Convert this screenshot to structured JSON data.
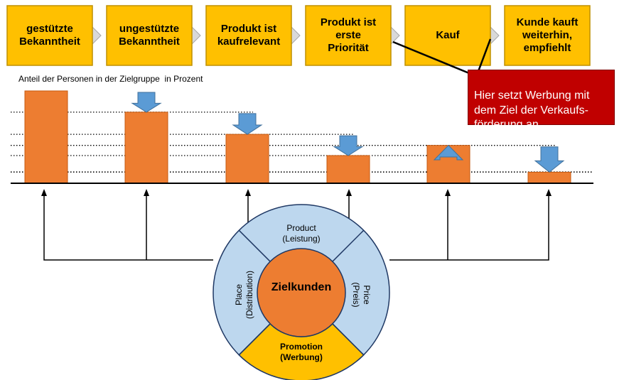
{
  "process_steps": [
    {
      "label": "gestützte\nBekanntheit"
    },
    {
      "label": "ungestützte\nBekanntheit"
    },
    {
      "label": "Produkt ist\nkaufrelevant"
    },
    {
      "label": "Produkt ist\nerste\nPriorität"
    },
    {
      "label": "Kauf"
    },
    {
      "label": "Kunde kauft\nweiterhin,\nempfiehlt"
    }
  ],
  "y_axis_label": "Anteil der Personen in der Zielgruppe  in Prozent",
  "callout": {
    "text": "Hier setzt Werbung mit\ndem Ziel der Verkaufs-\nförderung an."
  },
  "bars": {
    "values": [
      100,
      77,
      53,
      30,
      41,
      12
    ],
    "drop_arrows": [
      false,
      true,
      true,
      true,
      true,
      true
    ]
  },
  "marketing_mix": {
    "center": "Zielkunden",
    "product": "Product\n(Leistung)",
    "price": "Price\n(Preis)",
    "place": "Place\n(Distribution)",
    "promotion": "Promotion\n(Werbung)"
  },
  "colors": {
    "step_fill": "#ffc000",
    "step_border": "#bf9000",
    "bar_fill": "#ed7d31",
    "bar_border": "#c55a11",
    "arrow_fill": "#5b9bd5",
    "arrow_border": "#41719c",
    "wheel_fill": "#bdd7ee",
    "wheel_border": "#1f3864",
    "promotion_fill": "#ffc000",
    "center_fill": "#ed7d31",
    "callout_fill": "#c00000"
  }
}
